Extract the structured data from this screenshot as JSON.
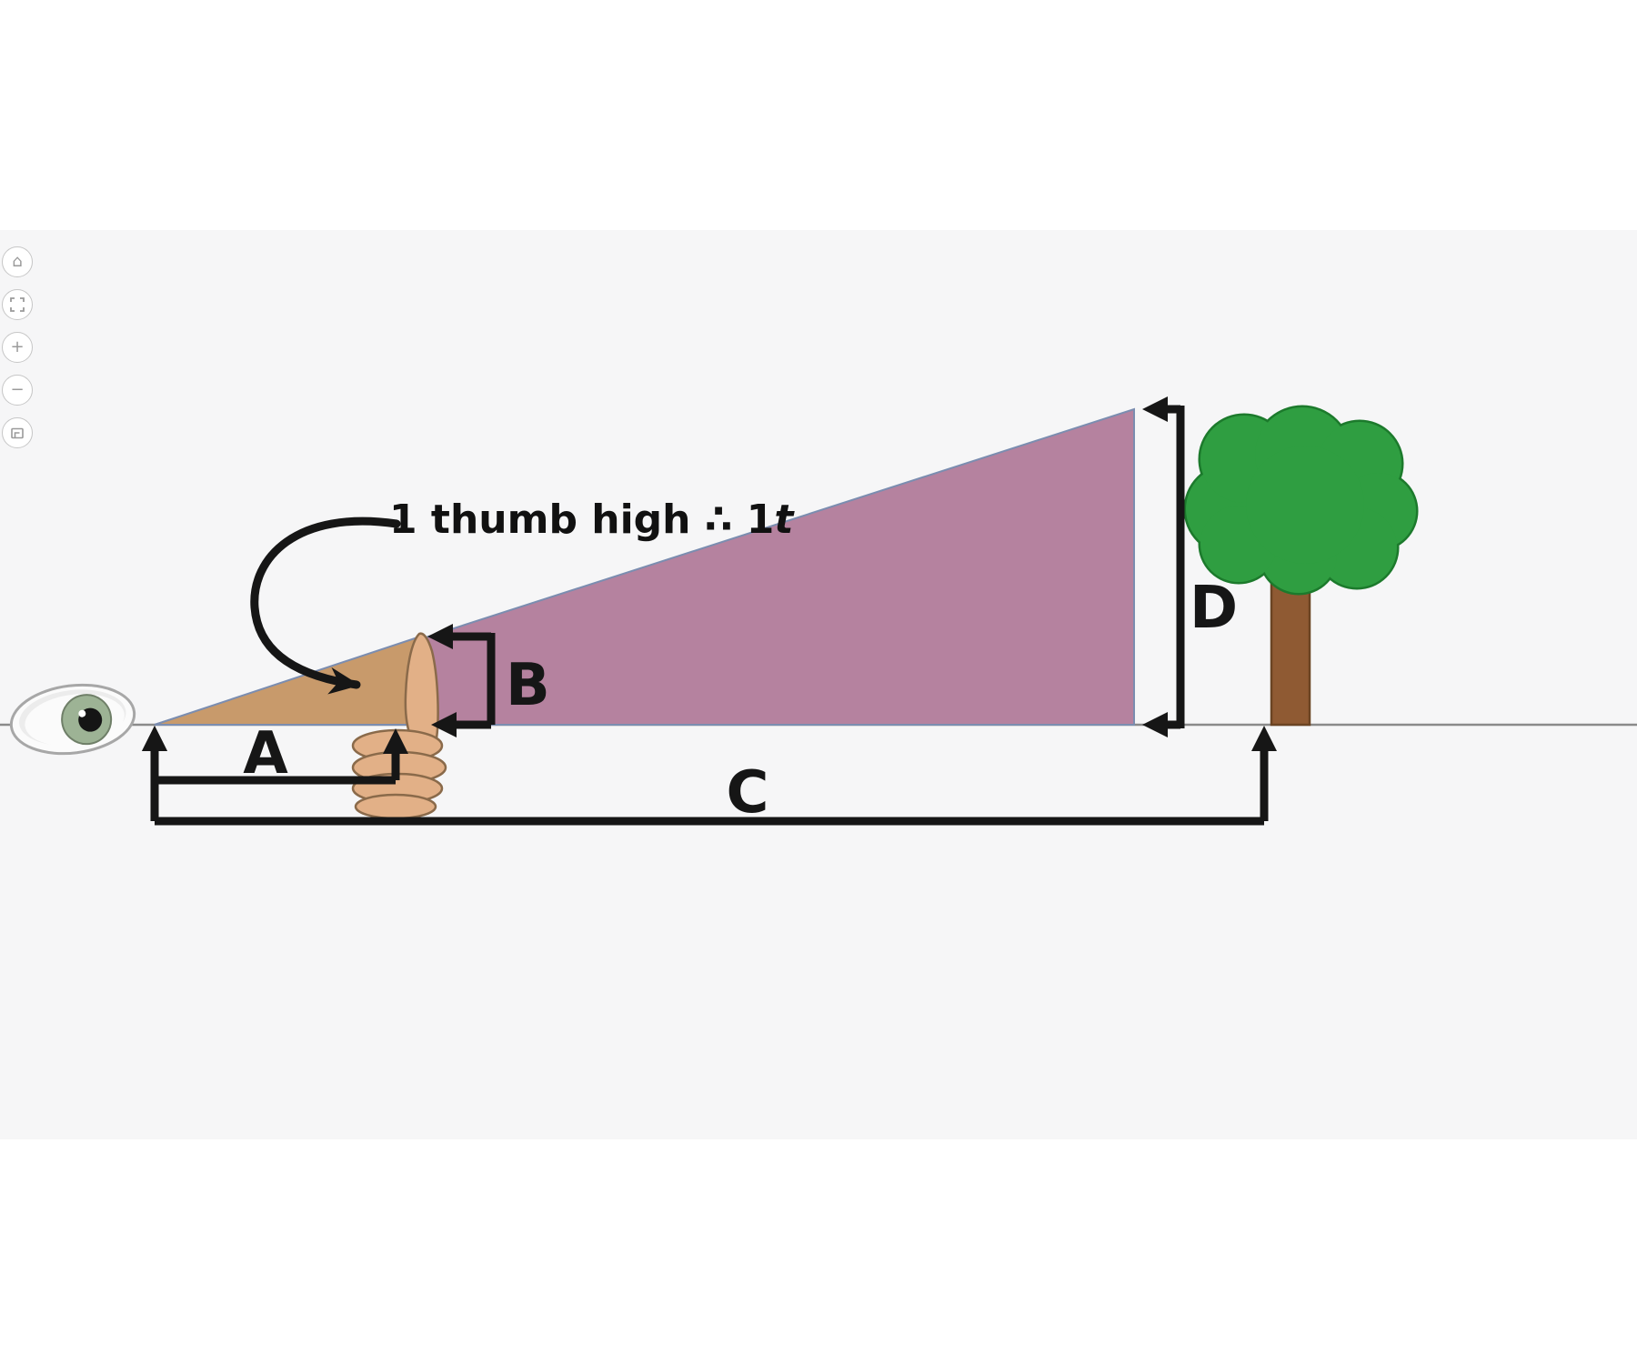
{
  "note": {
    "text": "1 thumb high ∴ 1",
    "italic": "t"
  },
  "labels": {
    "a": "A",
    "b": "B",
    "c": "C",
    "d": "D"
  },
  "toolbar": {
    "home_glyph": "⌂",
    "zoom_in_glyph": "+",
    "zoom_out_glyph": "−"
  },
  "colors": {
    "near_triangle": "#c89a6b",
    "far_triangle": "#b5829f",
    "foliage": "#2f9e41",
    "trunk": "#8f5a33",
    "skin": "#e2b087",
    "iris": "#9db395",
    "ground": "#8a8a8a",
    "canvas_band": "#f6f6f7"
  }
}
